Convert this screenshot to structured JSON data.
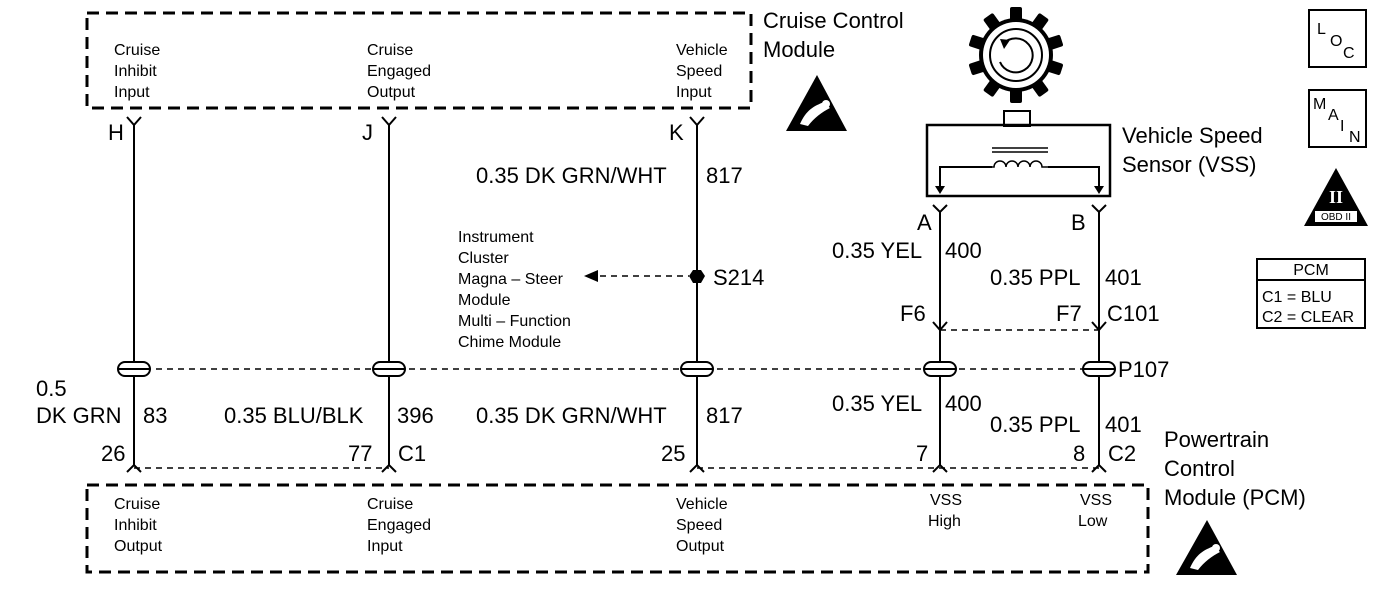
{
  "cruise_module": {
    "title": [
      "Cruise Control",
      "Module"
    ],
    "pins": [
      {
        "pin": "H",
        "desc": [
          "Cruise",
          "Inhibit",
          "Input"
        ]
      },
      {
        "pin": "J",
        "desc": [
          "Cruise",
          "Engaged",
          "Output"
        ]
      },
      {
        "pin": "K",
        "desc": [
          "Vehicle",
          "Speed",
          "Input"
        ]
      }
    ]
  },
  "vss": {
    "title": [
      "Vehicle Speed",
      "Sensor (VSS)"
    ],
    "pins": [
      "A",
      "B"
    ]
  },
  "icons": {
    "loc": [
      "L",
      "O",
      "C"
    ],
    "main": [
      "M",
      "A",
      "I",
      "N"
    ],
    "obd": {
      "numeral": "II",
      "label": "OBD II"
    }
  },
  "pcm_legend": {
    "title": "PCM",
    "rows": [
      "C1 = BLU",
      "C2 = CLEAR"
    ]
  },
  "splice": {
    "id": "S214",
    "destinations": [
      "Instrument",
      "Cluster",
      "Magna – Steer",
      "Module",
      "Multi – Function",
      "Chime Module"
    ]
  },
  "wires": {
    "k_upper": {
      "color": "0.35 DK GRN/WHT",
      "circuit": "817"
    },
    "a_upper": {
      "color": "0.35 YEL",
      "circuit": "400"
    },
    "b_upper": {
      "color": "0.35 PPL",
      "circuit": "401"
    },
    "h_lower": {
      "color": [
        "0.5",
        "DK GRN"
      ],
      "circuit": "83"
    },
    "j_lower": {
      "color": "0.35 BLU/BLK",
      "circuit": "396"
    },
    "k_lower": {
      "color": "0.35 DK GRN/WHT",
      "circuit": "817"
    },
    "a_lower": {
      "color": "0.35 YEL",
      "circuit": "400"
    },
    "b_lower": {
      "color": "0.35 PPL",
      "circuit": "401"
    }
  },
  "connectors": {
    "c101": {
      "id": "C101",
      "pins": [
        "F6",
        "F7"
      ]
    },
    "p107": {
      "id": "P107"
    }
  },
  "pcm": {
    "title": [
      "Powertrain",
      "Control",
      "Module (PCM)"
    ],
    "c1": "C1",
    "c2": "C2",
    "pins": [
      {
        "pin": "26",
        "desc": [
          "Cruise",
          "Inhibit",
          "Output"
        ]
      },
      {
        "pin": "77",
        "desc": [
          "Cruise",
          "Engaged",
          "Input"
        ]
      },
      {
        "pin": "25",
        "desc": [
          "Vehicle",
          "Speed",
          "Output"
        ]
      },
      {
        "pin": "7",
        "desc": [
          "VSS",
          "High"
        ]
      },
      {
        "pin": "8",
        "desc": [
          "VSS",
          "Low"
        ]
      }
    ]
  }
}
